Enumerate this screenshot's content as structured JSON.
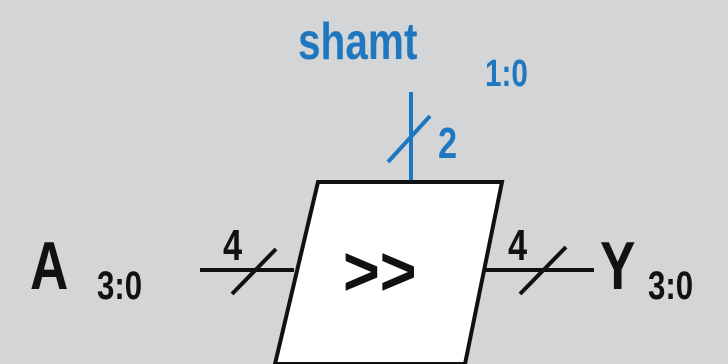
{
  "colors": {
    "background": "#d4d5d7",
    "wire": "#111111",
    "control": "#1f77bf",
    "block_fill": "#ffffff"
  },
  "control_input": {
    "name": "shamt",
    "range": "1:0",
    "width": "2"
  },
  "data_input": {
    "name": "A",
    "range": "3:0",
    "width": "4"
  },
  "output": {
    "name": "Y",
    "range": "3:0",
    "width": "4"
  },
  "block": {
    "symbol": ">>"
  }
}
